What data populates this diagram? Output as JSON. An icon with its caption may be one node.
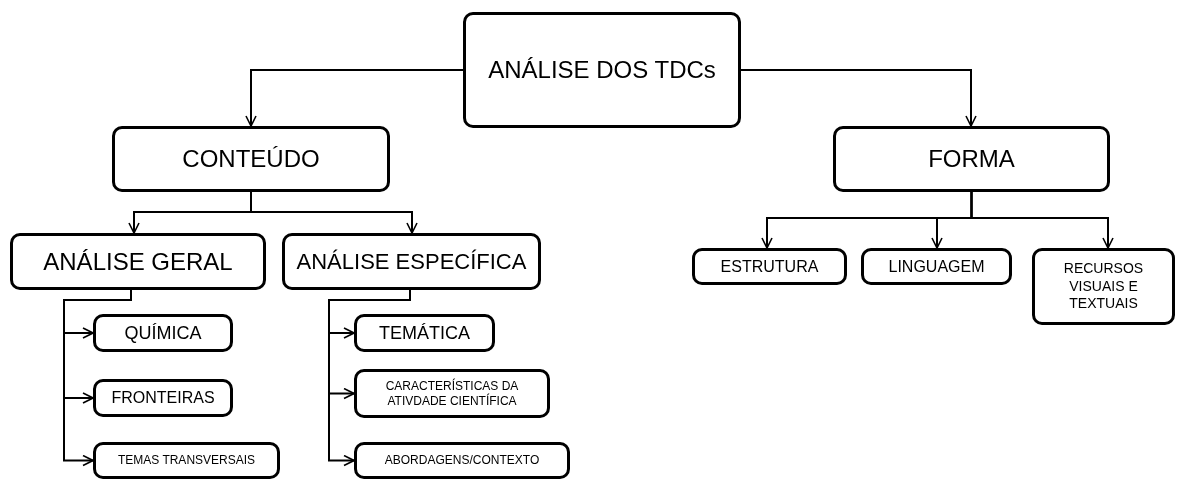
{
  "diagram": {
    "nodes": [
      {
        "text": [
          "ANÁLISE DOS TDCs"
        ]
      },
      {
        "text": [
          "CONTEÚDO"
        ]
      },
      {
        "text": [
          "FORMA"
        ]
      },
      {
        "text": [
          "ANÁLISE GERAL"
        ]
      },
      {
        "text": [
          "ANÁLISE ESPECÍFICA"
        ]
      },
      {
        "text": [
          "QUÍMICA"
        ]
      },
      {
        "text": [
          "FRONTEIRAS"
        ]
      },
      {
        "text": [
          "TEMAS TRANSVERSAIS"
        ]
      },
      {
        "text": [
          "TEMÁTICA"
        ]
      },
      {
        "text": [
          "CARACTERÍSTICAS DA ATIVDADE CIENTÍFICA"
        ]
      },
      {
        "text": [
          "ABORDAGENS/CONTEXTO"
        ]
      },
      {
        "text": [
          "ESTRUTURA"
        ]
      },
      {
        "text": [
          "LINGUAGEM"
        ]
      },
      {
        "text": [
          "RECURSOS VISUAIS E TEXTUAIS"
        ]
      }
    ],
    "edges": [
      {
        "from": 0,
        "to": 1,
        "arrow": "to"
      },
      {
        "from": 0,
        "to": 2,
        "arrow": "to"
      },
      {
        "from": 1,
        "to": 3,
        "arrow": "to"
      },
      {
        "from": 1,
        "to": 4,
        "arrow": "to"
      },
      {
        "from": 2,
        "to": 11,
        "arrow": "to"
      },
      {
        "from": 2,
        "to": 12,
        "arrow": "to"
      },
      {
        "from": 2,
        "to": 13,
        "arrow": "to"
      },
      {
        "from": 3,
        "to": 5,
        "arrow": "to"
      },
      {
        "from": 3,
        "to": 6,
        "arrow": "to"
      },
      {
        "from": 3,
        "to": 7,
        "arrow": "to"
      },
      {
        "from": 4,
        "to": 8,
        "arrow": "to"
      },
      {
        "from": 4,
        "to": 9,
        "arrow": "to"
      },
      {
        "from": 4,
        "to": 10,
        "arrow": "to"
      }
    ]
  }
}
